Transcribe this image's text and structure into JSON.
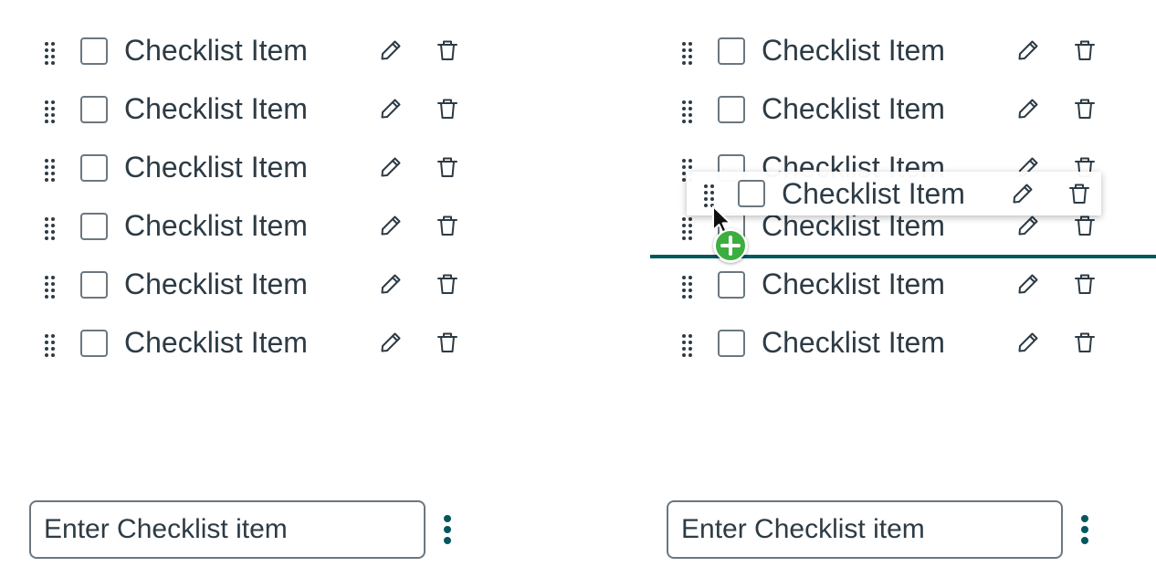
{
  "colors": {
    "text": "#2d3b45",
    "border": "#6b7780",
    "accent": "#03575f",
    "add_badge": "#3cae3f"
  },
  "left_panel": {
    "items": [
      {
        "label": "Checklist Item",
        "checked": false
      },
      {
        "label": "Checklist Item",
        "checked": false
      },
      {
        "label": "Checklist Item",
        "checked": false
      },
      {
        "label": "Checklist Item",
        "checked": false
      },
      {
        "label": "Checklist Item",
        "checked": false
      },
      {
        "label": "Checklist Item",
        "checked": false
      }
    ],
    "input": {
      "value": "",
      "placeholder": "Enter Checklist item"
    },
    "menu_icon": "kebab-vertical-icon"
  },
  "right_panel": {
    "items": [
      {
        "label": "Checklist Item",
        "checked": false
      },
      {
        "label": "Checklist Item",
        "checked": false
      },
      {
        "label": "Checklist Item",
        "checked": false
      },
      {
        "label": "Checklist Item",
        "checked": false
      },
      {
        "label": "Checklist Item",
        "checked": false
      },
      {
        "label": "Checklist Item",
        "checked": false
      }
    ],
    "dragging": {
      "label": "Checklist Item",
      "checked": false
    },
    "input": {
      "value": "",
      "placeholder": "Enter Checklist item"
    },
    "menu_icon": "kebab-vertical-icon"
  },
  "icons": {
    "drag": "drag-handle-icon",
    "edit": "pencil-icon",
    "delete": "trash-icon",
    "cursor": "arrow-cursor-icon",
    "copy": "plus-circle-icon"
  }
}
